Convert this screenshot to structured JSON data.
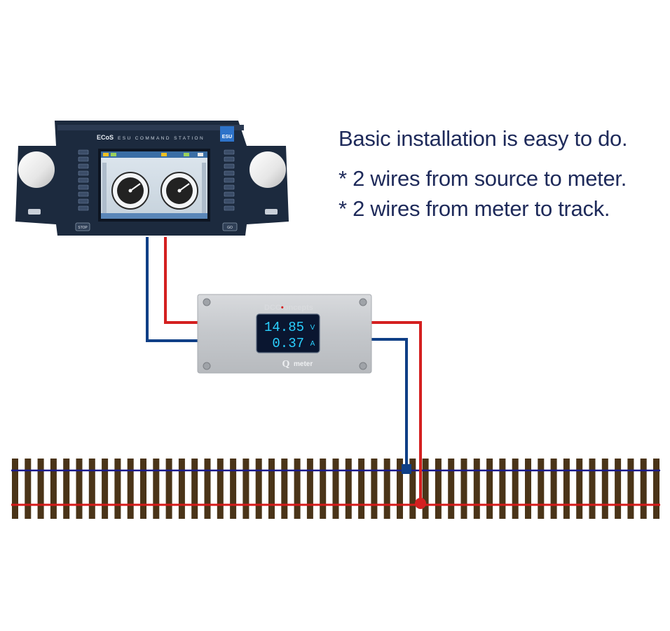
{
  "instructions": {
    "heading": "Basic installation is easy to do.",
    "lines": [
      "* 2 wires from source to meter.",
      "* 2 wires from meter to track."
    ]
  },
  "command_station": {
    "brand": "ECoS",
    "subtitle": "ESU COMMAND STATION",
    "logo": "ESU",
    "left_button": "STOP",
    "right_button": "GO"
  },
  "meter": {
    "brand_prefix": "DCC",
    "brand_suffix": "oncepts",
    "voltage_value": "14.85",
    "voltage_unit": "V",
    "current_value": "0.37",
    "current_unit": "A",
    "model_label": "meter"
  },
  "colors": {
    "positive_wire": "#d42020",
    "negative_wire": "#0f3f86",
    "rail_top": "#1a1a8c",
    "rail_bottom": "#d61a1a",
    "tie": "#4a3418",
    "lcd_digits": "#2ad0ff",
    "station_body": "#1c2a3e",
    "meter_plate": "#c9ccd0"
  }
}
